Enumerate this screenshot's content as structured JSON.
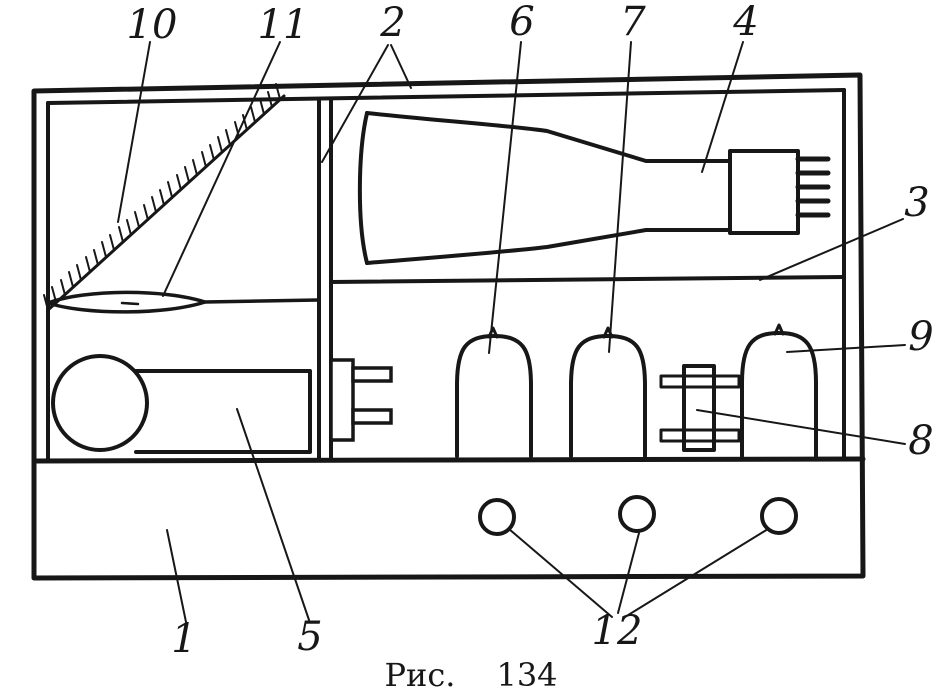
{
  "figure": {
    "caption_label": "Рис.",
    "caption_number": "134"
  },
  "colors": {
    "ink": "#171717",
    "paper": "#ffffff"
  },
  "callouts": [
    {
      "label": "1",
      "target": "cabinet-front-panel"
    },
    {
      "label": "2",
      "target": "partition-wall"
    },
    {
      "label": "3",
      "target": "chassis-shelf"
    },
    {
      "label": "4",
      "target": "crt-tube"
    },
    {
      "label": "5",
      "target": "lamp-unit"
    },
    {
      "label": "6",
      "target": "vacuum-tube-left"
    },
    {
      "label": "7",
      "target": "vacuum-tube-middle"
    },
    {
      "label": "8",
      "target": "transformer"
    },
    {
      "label": "9",
      "target": "vacuum-tube-right"
    },
    {
      "label": "10",
      "target": "mirror"
    },
    {
      "label": "11",
      "target": "lens"
    },
    {
      "label": "12",
      "target": "front-panel-knobs"
    }
  ]
}
